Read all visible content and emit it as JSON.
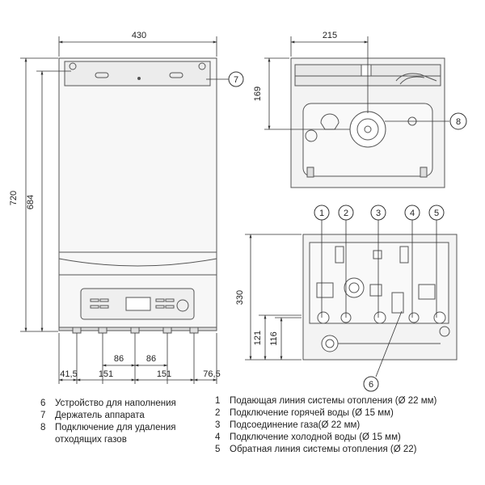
{
  "dimensions": {
    "front_width": "430",
    "front_height_outer": "720",
    "front_height_inner": "684",
    "side_depth": "215",
    "side_height": "169",
    "bottom_height": "330",
    "bottom_121": "121",
    "bottom_116": "116",
    "conn_86_left": "86",
    "conn_86_right": "86",
    "conn_41_5": "41,5",
    "conn_151_left": "151",
    "conn_151_right": "151",
    "conn_76_5": "76,5"
  },
  "callouts": {
    "c1": "1",
    "c2": "2",
    "c3": "3",
    "c4": "4",
    "c5": "5",
    "c6": "6",
    "c7": "7",
    "c8": "8"
  },
  "legend_left": [
    {
      "num": "6",
      "text": "Устройство для наполнения"
    },
    {
      "num": "7",
      "text": "Держатель аппарата"
    },
    {
      "num": "8",
      "text": "Подключение для удаления"
    },
    {
      "num": "",
      "text": "отходящих газов"
    }
  ],
  "legend_right": [
    {
      "num": "1",
      "text": "Подающая линия системы отопления (Ø 22 мм)"
    },
    {
      "num": "2",
      "text": "Подключение горячей воды (Ø 15 мм)"
    },
    {
      "num": "3",
      "text": "Подсоединение газа(Ø 22 мм)"
    },
    {
      "num": "4",
      "text": "Подключение холодной воды (Ø 15 мм)"
    },
    {
      "num": "5",
      "text": "Обратная линия системы отопления (Ø 22)"
    }
  ]
}
